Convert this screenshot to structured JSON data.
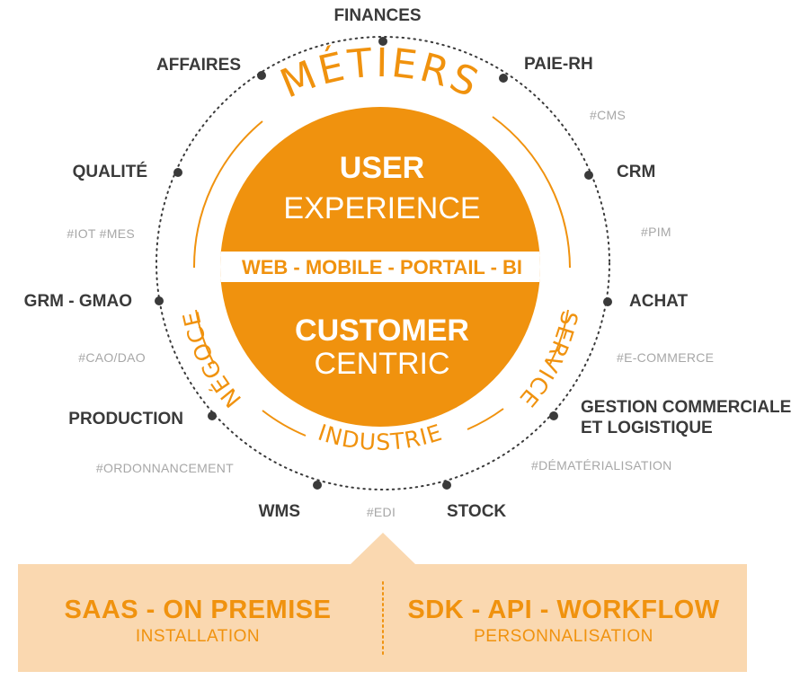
{
  "core": {
    "top_bold": "USER",
    "top_light": "EXPERIENCE",
    "band": "WEB - MOBILE - PORTAIL - BI",
    "bottom_bold": "CUSTOMER",
    "bottom_light": "CENTRIC"
  },
  "ring_labels": {
    "top": "MÉTIERS",
    "left": "NÉGOCE",
    "bottom": "INDUSTRIE",
    "right": "SERVICE"
  },
  "nodes": [
    {
      "label": "FINANCES"
    },
    {
      "label": "PAIE-RH"
    },
    {
      "label": "CRM"
    },
    {
      "label": "ACHAT"
    },
    {
      "label": "GESTION COMMERCIALE",
      "label2": "ET LOGISTIQUE"
    },
    {
      "label": "STOCK"
    },
    {
      "label": "WMS"
    },
    {
      "label": "PRODUCTION"
    },
    {
      "label": "GRM - GMAO"
    },
    {
      "label": "QUALITÉ"
    },
    {
      "label": "AFFAIRES"
    }
  ],
  "tags": [
    "#CMS",
    "#PIM",
    "#E-COMMERCE",
    "#DÉMATÉRIALISATION",
    "#EDI",
    "#ORDONNANCEMENT",
    "#CAO/DAO",
    "#IOT #MES"
  ],
  "panel": {
    "left_title": "SAAS - ON PREMISE",
    "left_sub": "INSTALLATION",
    "right_title": "SDK - API - WORKFLOW",
    "right_sub": "PERSONNALISATION"
  },
  "colors": {
    "accent": "#f0920e",
    "panel_fill": "#fad8b0",
    "node_dot": "#3a3a3a",
    "tag_text": "#a7a7a7"
  }
}
